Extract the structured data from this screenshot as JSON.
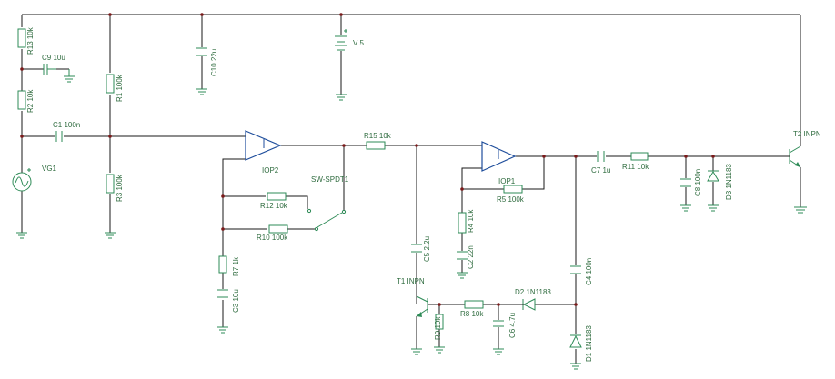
{
  "components": {
    "R13": "R13 10k",
    "C9": "C9 10u",
    "R2": "R2 10k",
    "C1": "C1 100n",
    "VG1": "VG1",
    "R1": "R1 100k",
    "R3": "R3 100k",
    "C10": "C10 22u",
    "V5": "V 5",
    "IOP2": "IOP2",
    "R12": "R12 10k",
    "R10": "R10 100k",
    "SW": "SW-SPDT1",
    "R7": "R7 1k",
    "C3": "C3 10u",
    "R15": "R15 10k",
    "C5": "C5 2.2u",
    "T1": "T1 INPN",
    "R9": "R9 10k",
    "R8": "R8 10k",
    "C6": "C6 4.7u",
    "D2": "D2 1N1183",
    "IOP1": "IOP1",
    "R5": "R5 100k",
    "R4": "R4 10k",
    "C2": "C2 22n",
    "C4": "C4 100n",
    "D1": "D1 1N1183",
    "C7": "C7 1u",
    "R11": "R11 10k",
    "C8": "C8 100n",
    "D3": "D3 1N1183",
    "T2": "T2 INPN"
  }
}
